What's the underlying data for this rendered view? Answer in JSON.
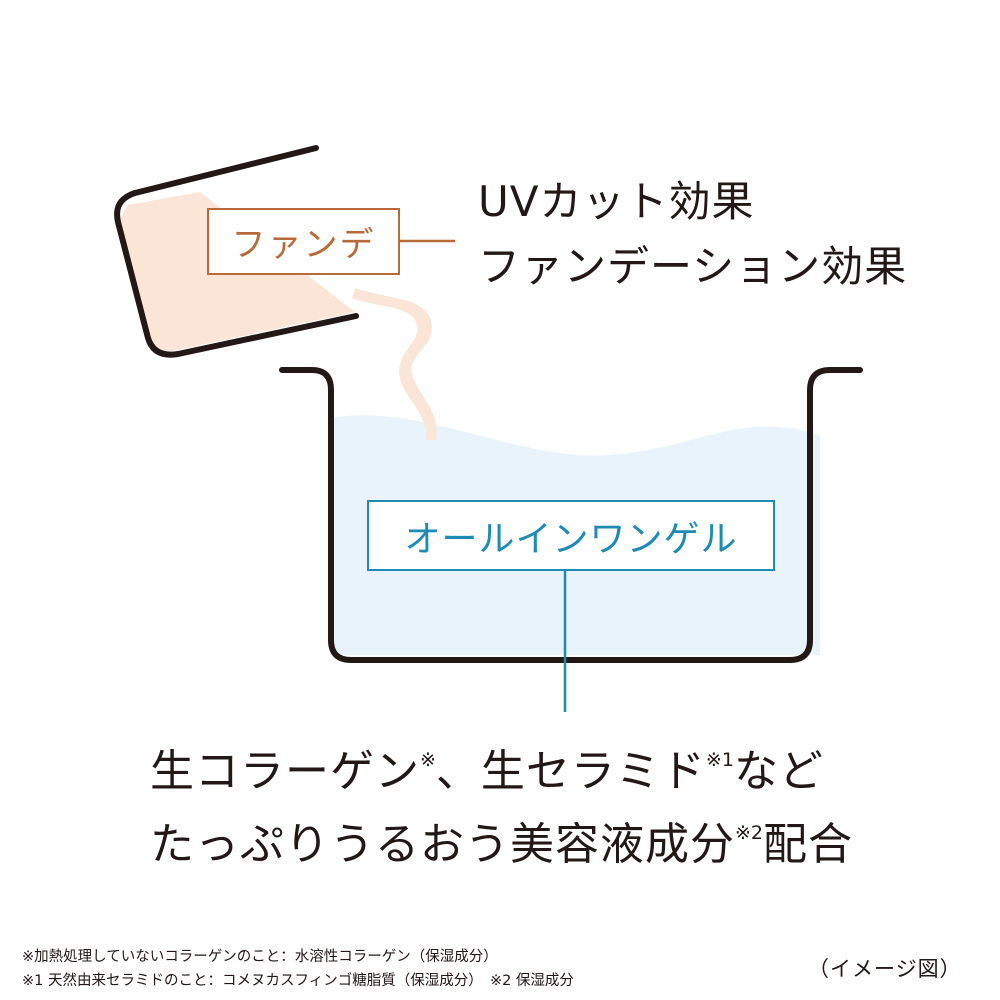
{
  "colors": {
    "ink": "#231815",
    "foundation_label": "#b96a3a",
    "gel_label": "#1e8bb4",
    "foundation_fill": "#fbe5d6",
    "gel_fill": "#e8f3fb"
  },
  "foundation": {
    "label": "ファンデ",
    "effects": [
      "UVカット効果",
      "ファンデーション効果"
    ]
  },
  "gel": {
    "label": "オールインワンゲル"
  },
  "ingredients": {
    "line1_a": "生コラーゲン",
    "line1_note1": "※",
    "line1_b": "、生セラミド",
    "line1_note2": "※1",
    "line1_c": "など",
    "line2_a": "たっぷりうるおう美容液成分",
    "line2_note": "※2",
    "line2_b": "配合"
  },
  "footnotes": [
    "※加熱処理していないコラーゲンのこと：水溶性コラーゲン（保湿成分）",
    "※1 天然由来セラミドのこと：コメヌカスフィンゴ糖脂質（保湿成分）　※2 保湿成分"
  ],
  "image_note": "（イメージ図）"
}
